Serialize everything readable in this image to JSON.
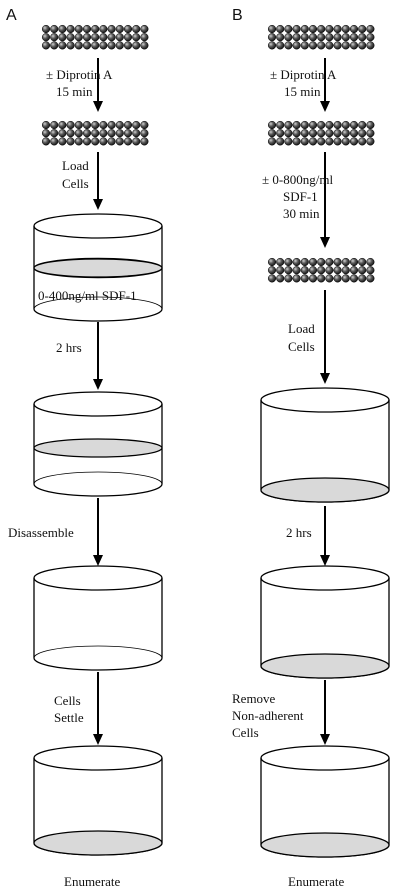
{
  "panels": {
    "a": {
      "letter": "A",
      "step1": "± Diprotin A",
      "step1b": "15 min",
      "step2a": "Load",
      "step2b": "Cells",
      "chamber_label": "0-400ng/ml SDF-1",
      "step3": "2 hrs",
      "step4": "Disassemble",
      "step5a": "Cells",
      "step5b": "Settle",
      "final": "Enumerate"
    },
    "b": {
      "letter": "B",
      "step1": "± Diprotin A",
      "step1b": "15 min",
      "step2a": "± 0-800ng/ml",
      "step2b": "SDF-1",
      "step2c": "30 min",
      "step3a": "Load",
      "step3b": "Cells",
      "step4": "2 hrs",
      "step5a": "Remove",
      "step5b": "Non-adherent",
      "step5c": "Cells",
      "final": "Enumerate"
    }
  },
  "colors": {
    "cell_dark": "#2b2b2b",
    "cell_light": "#b8b8b8",
    "membrane": "#d9d9d9"
  }
}
